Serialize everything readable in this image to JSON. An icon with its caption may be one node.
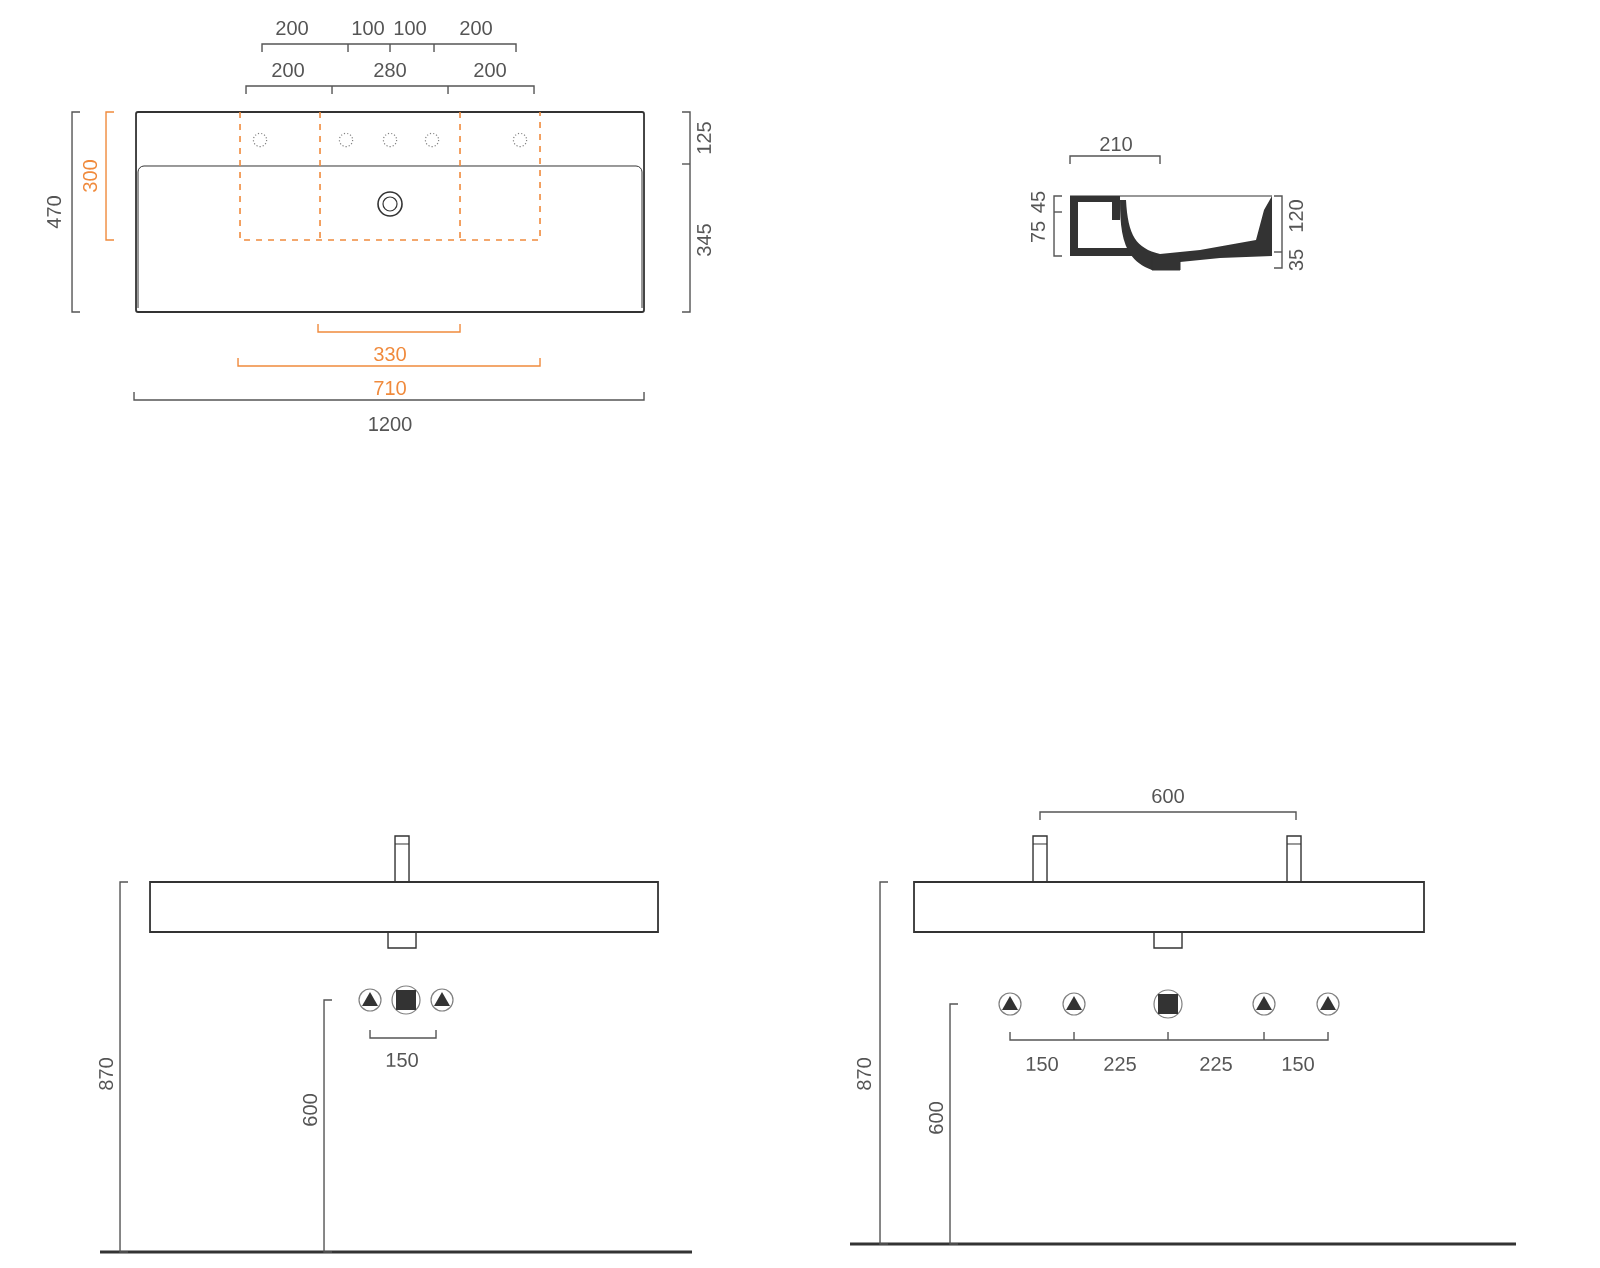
{
  "diagram": {
    "labels": [
      "200",
      "100",
      "100",
      "200",
      "200",
      "280",
      "200",
      "470",
      "300",
      "125",
      "345",
      "330",
      "710",
      "1200",
      "210",
      "45",
      "75",
      "120",
      "35",
      "870",
      "600",
      "150",
      "600",
      "870",
      "600",
      "150",
      "225",
      "225",
      "150"
    ]
  }
}
